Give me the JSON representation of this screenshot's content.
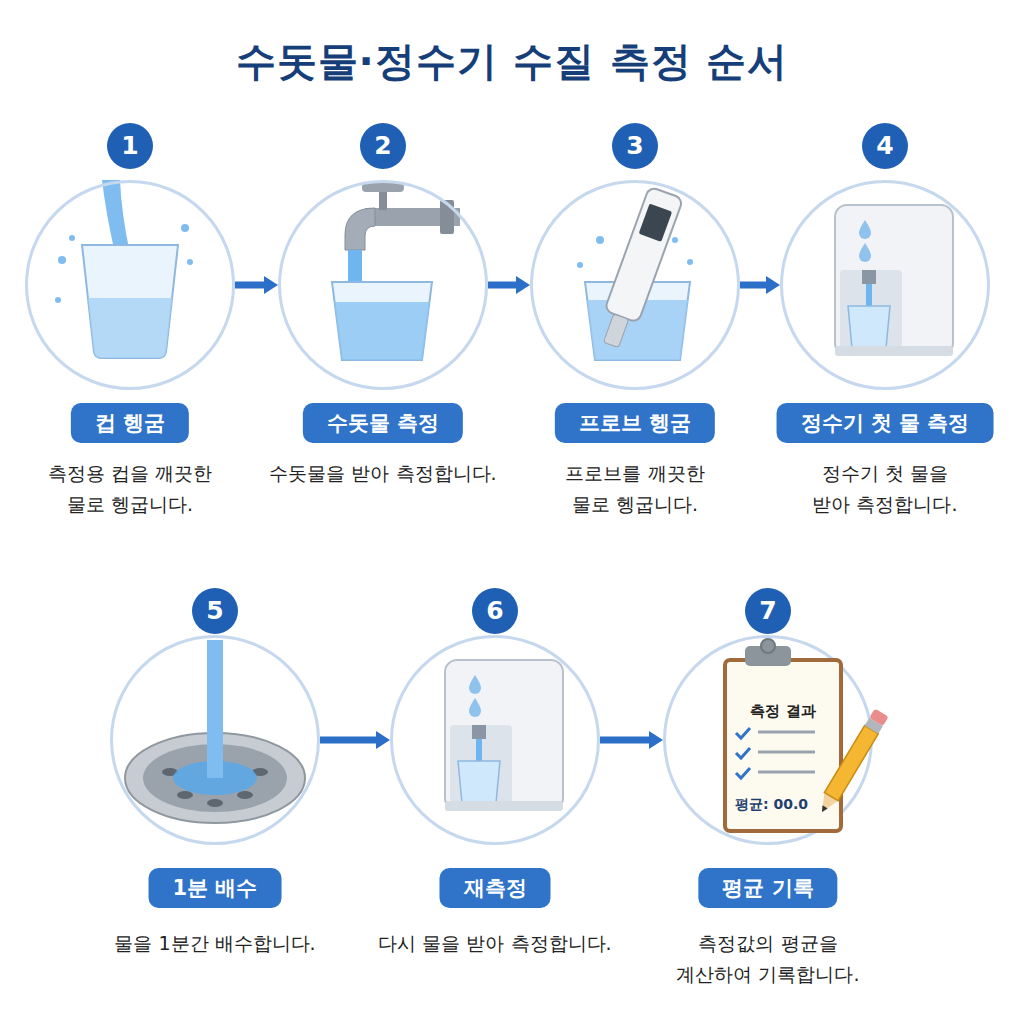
{
  "diagram": {
    "title": "수돗물·정수기 수질 측정 순서",
    "nodes": [
      {
        "text": [
          "1",
          "컵 헹굼",
          "측정용 컵을 깨끗한 물로 헹굽니다."
        ]
      },
      {
        "text": [
          "2",
          "수돗물 측정",
          "수돗물을 받아 측정합니다."
        ]
      },
      {
        "text": [
          "3",
          "프로브 헹굼",
          "프로브를 깨끗한 물로 헹굽니다."
        ]
      },
      {
        "text": [
          "4",
          "정수기 첫 물 측정",
          "정수기 첫 물을 받아 측정합니다."
        ]
      },
      {
        "text": [
          "5",
          "1분 배수",
          "물을 1분간 배수합니다."
        ]
      },
      {
        "text": [
          "6",
          "재측정",
          "다시 물을 받아 측정합니다."
        ]
      },
      {
        "text": [
          "7",
          "평균 기록",
          "측정값의 평균을 계산하여 기록합니다."
        ]
      },
      {
        "text": [
          "측정 결과",
          "평균: 00.0"
        ],
        "in": 6
      }
    ],
    "edges": [
      {
        "from": 0,
        "to": 1,
        "arrow": "to"
      },
      {
        "from": 1,
        "to": 2,
        "arrow": "to"
      },
      {
        "from": 2,
        "to": 3,
        "arrow": "to"
      },
      {
        "from": 4,
        "to": 5,
        "arrow": "to"
      },
      {
        "from": 5,
        "to": 6,
        "arrow": "to"
      }
    ]
  }
}
